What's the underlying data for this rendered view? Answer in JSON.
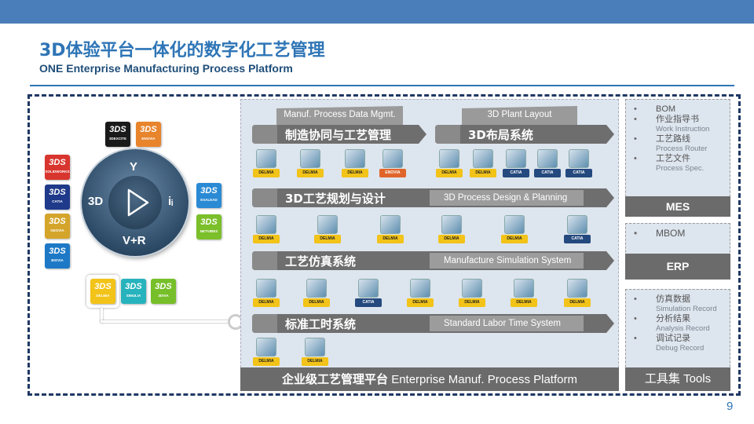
{
  "header": {
    "title": "3D体验平台一体化的数字化工艺管理",
    "subtitle": "ONE Enterprise Manufacturing Process Platform"
  },
  "wheel": {
    "top": "Y",
    "left": "3D",
    "right": "iᵢ",
    "bottom": "V+R",
    "play_icon": "play-icon"
  },
  "brands": {
    "ds": "3DS",
    "excite": "3DEXCITE",
    "enovia": "ENOVIA",
    "solidworks": "SOLIDWORKS",
    "catia": "CATIA",
    "geovia": "GEOVIA",
    "biovia": "BIOVIA",
    "exalead": "EXALEAD",
    "netvibes": "NETVIBES",
    "delmia": "DELMIA",
    "simulia": "SIMULIA",
    "3dvia": "3DVIA"
  },
  "colors": {
    "excite": "#1a1a1a",
    "enovia": "#e8842c",
    "solidworks": "#d8352e",
    "catia": "#1f3a8a",
    "geovia": "#d4a52a",
    "biovia": "#1d79c6",
    "exalead": "#2a8ad4",
    "netvibes": "#7bbf2a",
    "delmia": "#f2c318",
    "simulia": "#27b3bd",
    "3dvia": "#77bf2a"
  },
  "center": {
    "tab1": "Manuf. Process Data Mgmt.",
    "banner1": "制造协同与工艺管理",
    "tab2": "3D Plant Layout",
    "banner2": "3D布局系统",
    "banner3_zh": "3D工艺规划与设计",
    "banner3_en": "3D Process Design & Planning",
    "banner4_zh": "工艺仿真系统",
    "banner4_en": "Manufacture Simulation System",
    "banner5_zh": "标准工时系统",
    "banner5_en": "Standard Labor Time System",
    "footer_zh": "企业级工艺管理平台",
    "footer_en": "Enterprise Manuf. Process Platform",
    "rows": [
      [
        "DELMIA",
        "DELMIA",
        "DELMIA",
        "ENOVIA",
        "DELMIA",
        "DELMIA",
        "CATIA",
        "CATIA",
        "CATIA"
      ],
      [
        "DELMIA",
        "DELMIA",
        "DELMIA",
        "DELMIA",
        "DELMIA",
        "CATIA"
      ],
      [
        "DELMIA",
        "DELMIA",
        "CATIA",
        "DELMIA",
        "DELMIA",
        "DELMIA",
        "DELMIA"
      ],
      [
        "DELMIA",
        "DELMIA"
      ]
    ]
  },
  "mes": {
    "items": [
      {
        "zh": "BOM",
        "en": ""
      },
      {
        "zh": "作业指导书",
        "en": "Work Instruction"
      },
      {
        "zh": "工艺路线",
        "en": "Process Router"
      },
      {
        "zh": "工艺文件",
        "en": "Process Spec."
      }
    ],
    "title": "MES"
  },
  "erp": {
    "items": [
      {
        "zh": "MBOM",
        "en": ""
      }
    ],
    "title": "ERP"
  },
  "tools": {
    "items": [
      {
        "zh": "仿真数据",
        "en": "Simulation Record"
      },
      {
        "zh": "分析结果",
        "en": "Analysis Record"
      },
      {
        "zh": "调试记录",
        "en": "Debug Record"
      }
    ],
    "title": "工具集 Tools"
  },
  "bullet": "•",
  "page_number": "9"
}
